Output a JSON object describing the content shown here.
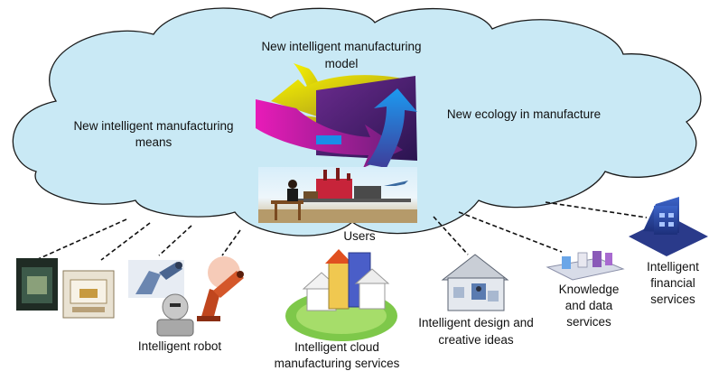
{
  "cloud": {
    "model_line1": "New intelligent manufacturing",
    "model_line2": "model",
    "means_line1": "New intelligent manufacturing",
    "means_line2": "means",
    "ecology": "New ecology in manufacture",
    "users": "Users"
  },
  "items": {
    "robot": "Intelligent robot",
    "cloud_services_line1": "Intelligent cloud",
    "cloud_services_line2": "manufacturing services",
    "design_line1": "Intelligent design and",
    "design_line2": "creative ideas",
    "knowledge_line1": "Knowledge",
    "knowledge_line2": "and data",
    "knowledge_line3": "services",
    "financial_line1": "Intelligent",
    "financial_line2": "financial",
    "financial_line3": "services"
  },
  "colors": {
    "cloud_fill": "#c9e9f5",
    "cloud_stroke": "#1a1a1a",
    "arrow_yellow": "#f2f000",
    "arrow_magenta": "#e01ab4",
    "arrow_blue": "#1a8de8",
    "arrow_purple": "#4a1d6e"
  }
}
